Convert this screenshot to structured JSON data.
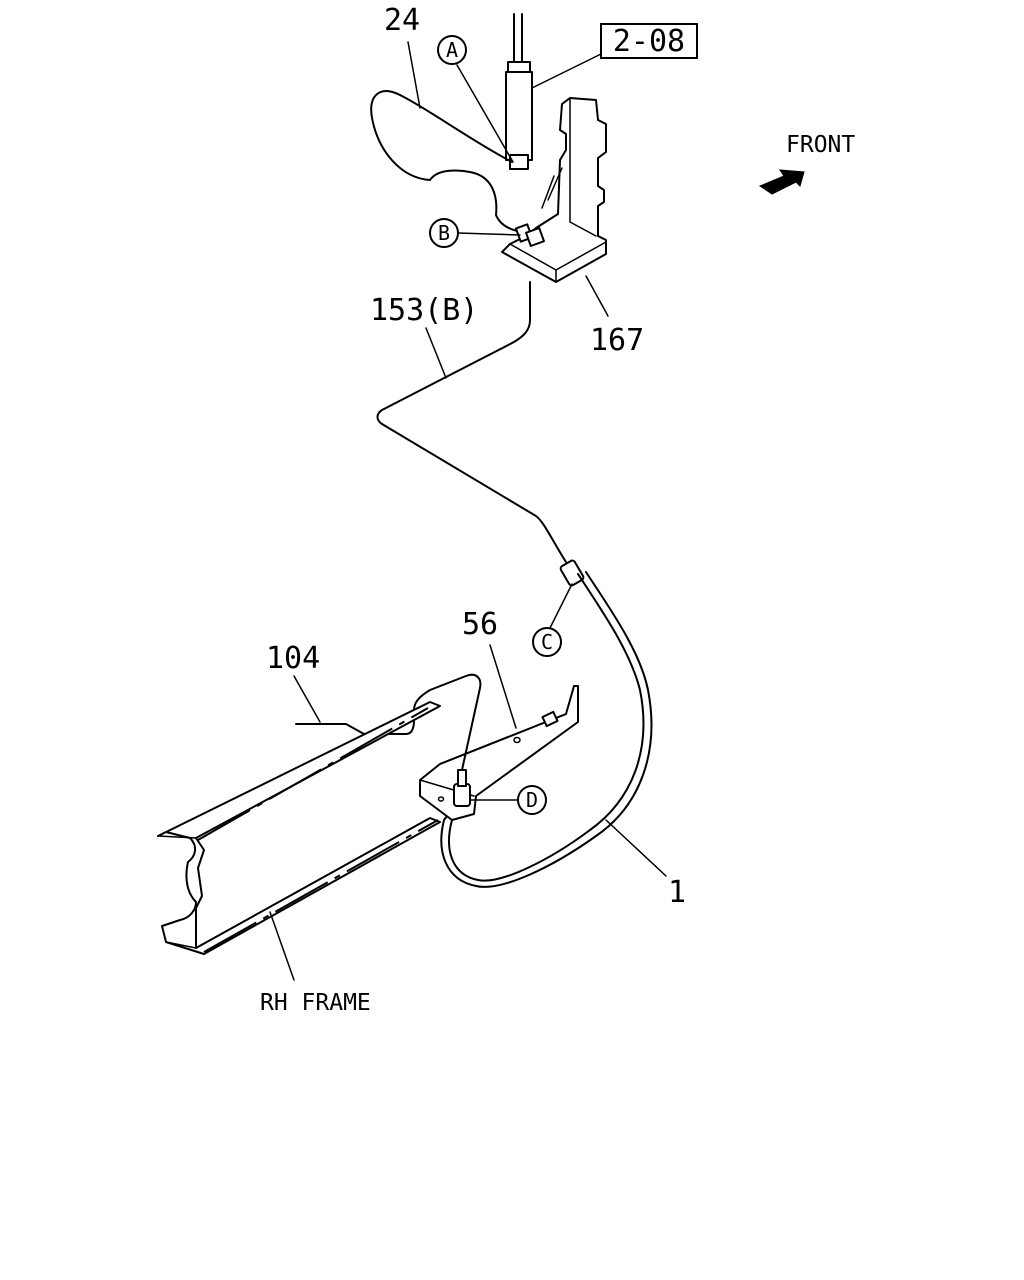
{
  "labels": {
    "part_24": "24",
    "ref_2_08": "2-08",
    "front": "FRONT",
    "part_153b": "153(B)",
    "part_167": "167",
    "part_56": "56",
    "part_104": "104",
    "part_1": "1",
    "rh_frame": "RH FRAME"
  },
  "callouts": {
    "a": "A",
    "b": "B",
    "c": "C",
    "d": "D"
  }
}
